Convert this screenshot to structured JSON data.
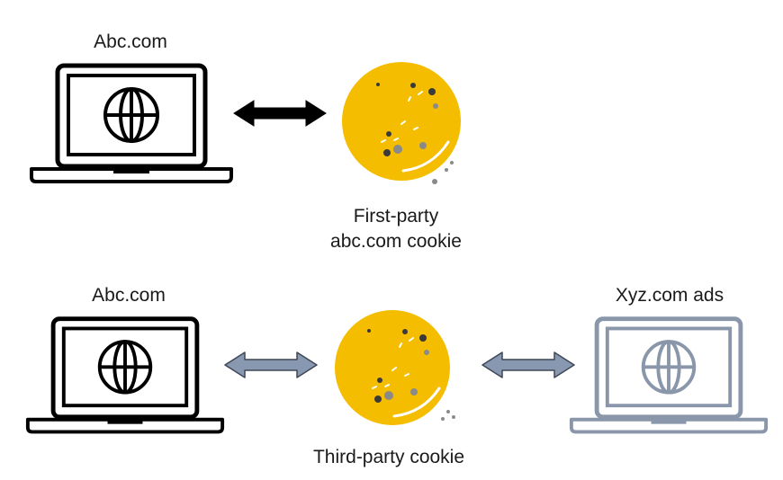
{
  "top": {
    "site_label": "Abc.com",
    "cookie_caption_line1": "First-party",
    "cookie_caption_line2": "abc.com cookie"
  },
  "bottom": {
    "site_label": "Abc.com",
    "ads_label": "Xyz.com ads",
    "cookie_caption": "Third-party cookie"
  },
  "colors": {
    "dark": "#000000",
    "muted": "#8a96aa",
    "cookie": "#f5bd00",
    "arrow_fill": "#8898b0"
  },
  "icons": [
    "laptop-globe-icon",
    "cookie-icon",
    "double-arrow-icon"
  ]
}
